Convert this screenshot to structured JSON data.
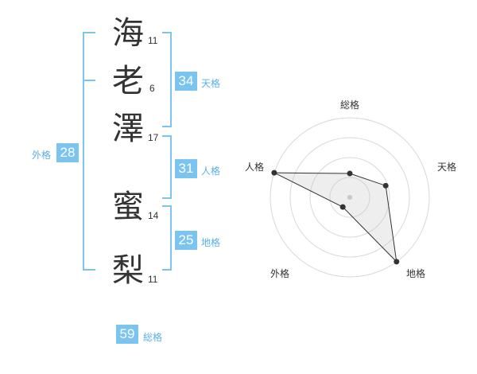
{
  "name": {
    "chars": [
      {
        "char": "海",
        "strokes": "11"
      },
      {
        "char": "老",
        "strokes": "6"
      },
      {
        "char": "澤",
        "strokes": "17"
      },
      {
        "char": "蜜",
        "strokes": "14"
      },
      {
        "char": "梨",
        "strokes": "11"
      }
    ]
  },
  "kaku": {
    "ten": {
      "value": "34",
      "label": "天格"
    },
    "jin": {
      "value": "31",
      "label": "人格"
    },
    "chi": {
      "value": "25",
      "label": "地格"
    },
    "gai": {
      "value": "28",
      "label": "外格"
    },
    "sou": {
      "value": "59",
      "label": "総格"
    }
  },
  "chart_data": {
    "type": "radar",
    "axes": [
      "総格",
      "天格",
      "地格",
      "外格",
      "人格"
    ],
    "levels": 4,
    "values": [
      1.2,
      1.9,
      4.0,
      0.6,
      4.0
    ],
    "max": 4.0
  },
  "colors": {
    "accent": "#7cc4f0",
    "accent_text": "#5ab0e6"
  }
}
